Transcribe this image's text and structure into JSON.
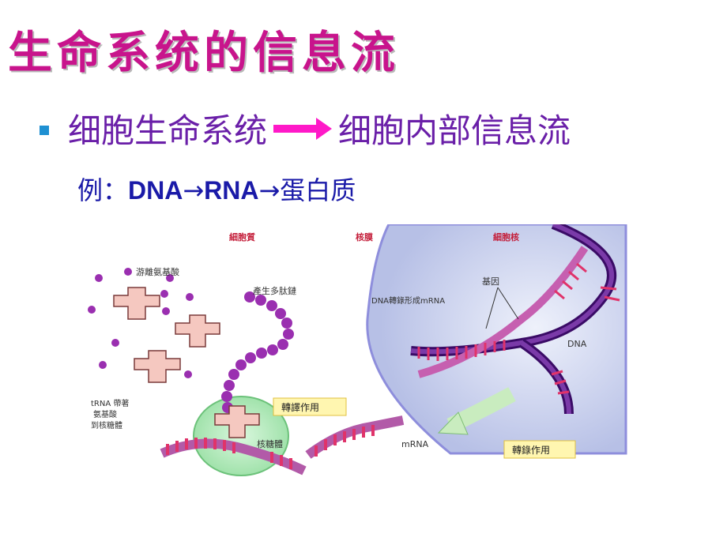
{
  "slide": {
    "title": "生命系统的信息流",
    "bullet_left": "细胞生命系统",
    "bullet_right": "细胞内部信息流",
    "example_prefix": "例：",
    "example_dna": "DNA",
    "example_arrow1": "→",
    "example_rna": "RNA",
    "example_arrow2": "→",
    "example_protein": "蛋白质"
  },
  "diagram": {
    "header_cytoplasm": "細胞質",
    "header_nuclear_membrane": "核膜",
    "header_nucleus": "細胞核",
    "label_free_amino_acids": "游離氨基酸",
    "label_polypeptide": "產生多肽鏈",
    "label_gene": "基因",
    "label_transcription_desc": "DNA轉錄形成mRNA",
    "label_dna": "DNA",
    "label_trna_1": "tRNA 帶著",
    "label_trna_2": "氨基酸",
    "label_trna_3": "到核糖體",
    "label_ribosome": "核糖體",
    "label_mrna": "mRNA",
    "tag_translation": "轉譯作用",
    "tag_transcription": "轉錄作用"
  },
  "colors": {
    "title": "#c8148c",
    "bullet_text": "#6a1fa8",
    "bullet_square": "#1e90d2",
    "arrow": "#ff19c8",
    "example_text": "#1a1aa8"
  }
}
